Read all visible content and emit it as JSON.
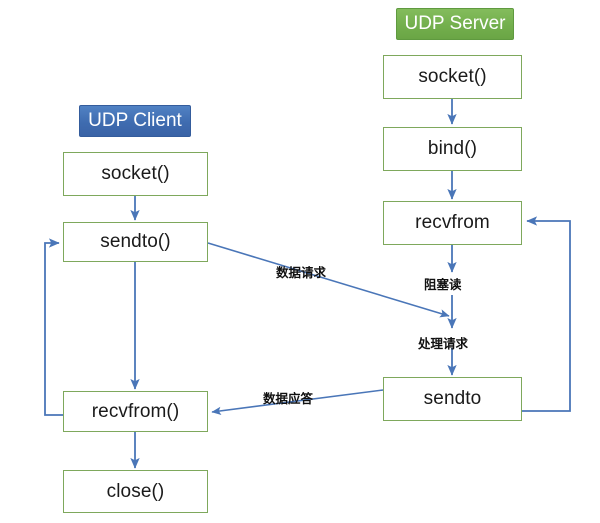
{
  "diagram": {
    "title": "UDP Client Server Communication Flow",
    "background_color": "#ffffff",
    "box_border_color": "#7ea85c",
    "arrow_color": "#4a76b8",
    "client_badge_color": "#3f6cb0",
    "server_badge_color": "#72ae4c"
  },
  "client": {
    "badge_label": "UDP Client",
    "nodes": [
      {
        "id": "client-socket",
        "label": "socket()"
      },
      {
        "id": "client-sendto",
        "label": "sendto()"
      },
      {
        "id": "client-recvfrom",
        "label": "recvfrom()"
      },
      {
        "id": "client-close",
        "label": "close()"
      }
    ]
  },
  "server": {
    "badge_label": "UDP Server",
    "nodes": [
      {
        "id": "server-socket",
        "label": "socket()"
      },
      {
        "id": "server-bind",
        "label": "bind()"
      },
      {
        "id": "server-recvfrom",
        "label": "recvfrom"
      },
      {
        "id": "server-sendto",
        "label": "sendto"
      }
    ]
  },
  "edge_labels": {
    "data_request": "数据请求",
    "blocking_read": "阻塞读",
    "process_request": "处理请求",
    "data_response": "数据应答"
  }
}
